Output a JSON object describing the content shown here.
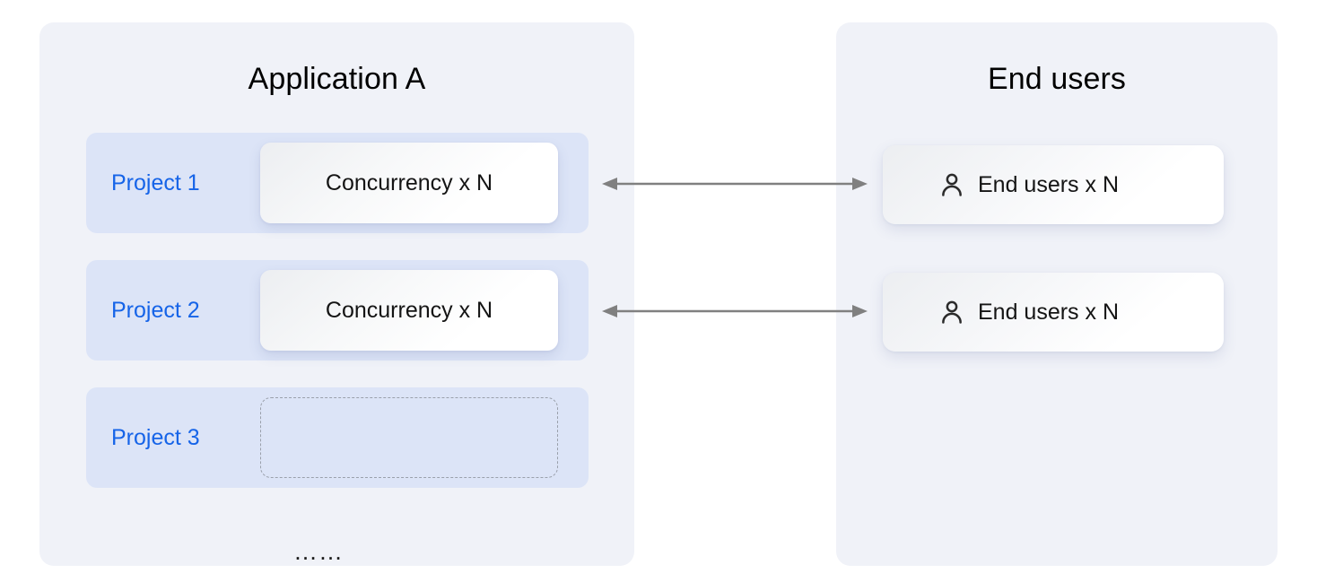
{
  "diagram": {
    "background_color": "#ffffff",
    "panel_background": "#f0f2f8",
    "row_background": "#dce4f7",
    "accent_blue": "#1664e8",
    "arrow_color": "#808080"
  },
  "left_panel": {
    "title": "Application A",
    "rows": [
      {
        "label": "Project 1",
        "card_text": "Concurrency x N",
        "empty": false
      },
      {
        "label": "Project 2",
        "card_text": "Concurrency x N",
        "empty": false
      },
      {
        "label": "Project 3",
        "card_text": "",
        "empty": true
      }
    ],
    "ellipsis": "……"
  },
  "right_panel": {
    "title": "End users",
    "cards": [
      {
        "icon": "person-icon",
        "label": "End users x N"
      },
      {
        "icon": "person-icon",
        "label": "End users x N"
      }
    ]
  },
  "connections": [
    {
      "name": "project-1-to-end-users",
      "style": "double-headed-arrow"
    },
    {
      "name": "project-2-to-end-users",
      "style": "double-headed-arrow"
    }
  ]
}
